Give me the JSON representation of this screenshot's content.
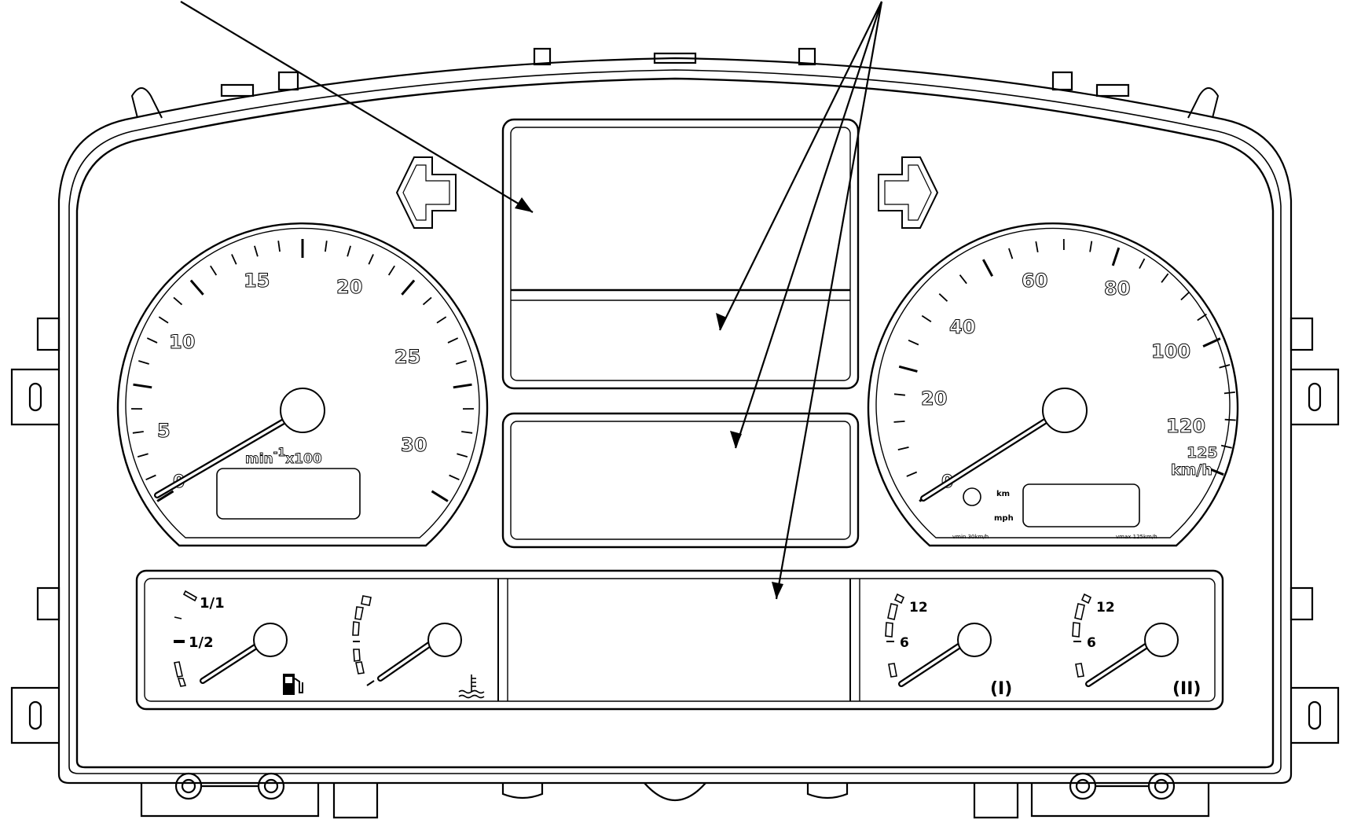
{
  "colors": {
    "line": "#000000",
    "background": "#ffffff"
  },
  "tachometer": {
    "labels": [
      "5",
      "10",
      "15",
      "20",
      "25",
      "30"
    ],
    "zero_label": "0",
    "unit_main": "min",
    "unit_exp": "-1",
    "unit_mult": "x100",
    "needle_value": 0
  },
  "speedometer": {
    "labels": [
      "20",
      "40",
      "60",
      "80",
      "100",
      "120"
    ],
    "zero_label": "0",
    "max_label": "125",
    "unit": "km/h",
    "km_label": "km",
    "mph_label": "mph",
    "vmin_label": "vmin 30km/h",
    "vmax_label": "vmax 125km/h",
    "needle_value": 0
  },
  "fuel_gauge": {
    "full_label": "1/1",
    "half_label": "1/2",
    "icon": "fuel-pump-icon"
  },
  "coolant_gauge": {
    "icon": "coolant-temperature-icon"
  },
  "air_pressure_1": {
    "label_max": "12",
    "label_mid": "6",
    "icon": "brake-circuit-1-icon",
    "symbol": "(I)"
  },
  "air_pressure_2": {
    "label_max": "12",
    "label_mid": "6",
    "icon": "brake-circuit-2-icon",
    "symbol": "(II)"
  }
}
